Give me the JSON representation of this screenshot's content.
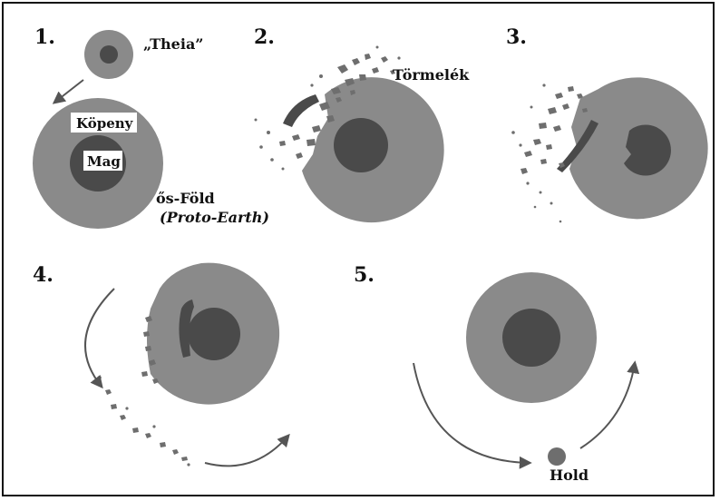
{
  "panels": [
    {
      "number": "1."
    },
    {
      "number": "2."
    },
    {
      "number": "3."
    },
    {
      "number": "4."
    },
    {
      "number": "5."
    }
  ],
  "labels": {
    "theia": "„Theia”",
    "mantle": "Köpeny",
    "core": "Mag",
    "proto_earth_hu": "ős-Föld",
    "proto_earth_en": "(Proto-Earth)",
    "debris": "Törmelék",
    "moon": "Hold"
  },
  "colors": {
    "mantle": "#8a8a8a",
    "core": "#4a4a4a",
    "debris": "#6e6e6e",
    "arrow": "#555555",
    "border": "#111111"
  }
}
